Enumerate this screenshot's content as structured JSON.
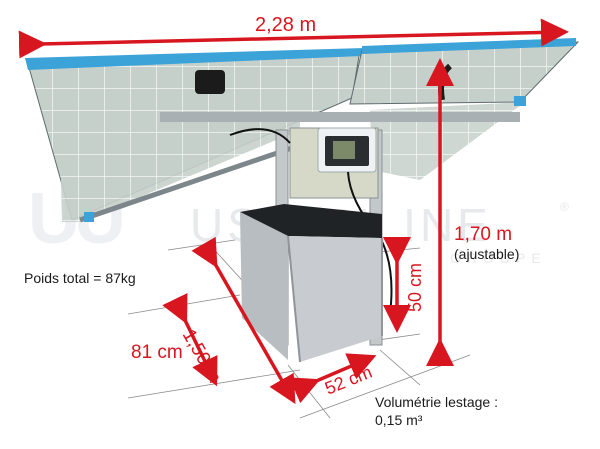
{
  "image": {
    "subject": "solar-panel-ballast-stand-with-dimensions",
    "colors": {
      "dimension_red": "#d7161f",
      "text_black": "#1a1a1a",
      "panel_frame_blue": "#3ba3d8",
      "panel_cell": "#c9d2cc",
      "steel": "#b9bec2",
      "watermark": "#e8e9ec"
    }
  },
  "dimensions": {
    "width": "2,28 m",
    "height": "1,70 m",
    "height_note": "(ajustable)",
    "depth": "1,50 m",
    "box_depth": "81 cm",
    "box_width": "52 cm",
    "box_height": "50 cm"
  },
  "info": {
    "total_weight": "Poids total = 87kg",
    "ballast_volume_label": "Volumétrie lestage :",
    "ballast_volume_value": "0,15 m³"
  },
  "watermark": {
    "logo_mark": "UU",
    "brand": "USEONLINE",
    "registered": "®",
    "sub": "GROUPE"
  }
}
